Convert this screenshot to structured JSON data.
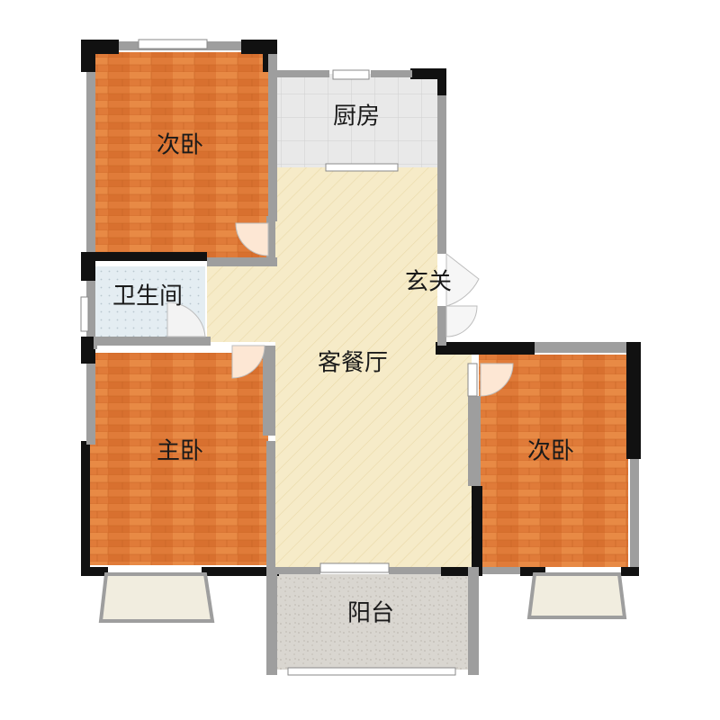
{
  "rooms": {
    "bedroom_top_left": "次卧",
    "kitchen": "厨房",
    "bathroom": "卫生间",
    "foyer": "玄关",
    "living_dining": "客餐厅",
    "master_bedroom": "主卧",
    "bedroom_right": "次卧",
    "balcony": "阳台"
  },
  "colors": {
    "wood_floor": "#e07b39",
    "living_floor": "#f6ebc8",
    "kitchen_tile": "#e9e9e9",
    "bath_tile": "#e4edf2",
    "balcony_floor": "#d9d6d0",
    "wall_dark": "#111111",
    "wall_gray": "#9e9e9e",
    "window_bay": "#f1eddf"
  }
}
